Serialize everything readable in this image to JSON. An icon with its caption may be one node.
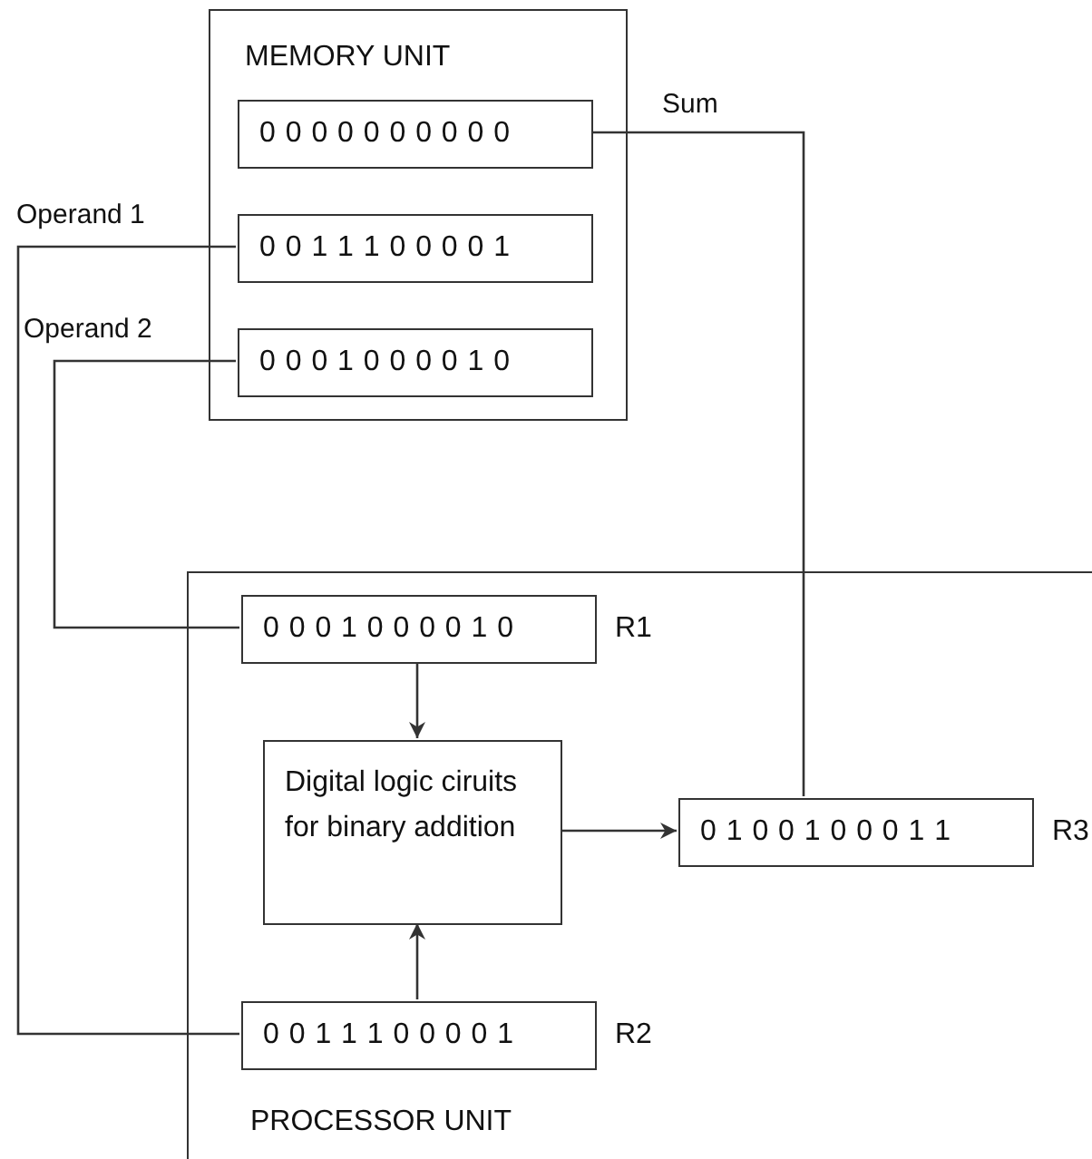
{
  "diagram": {
    "nodes": [
      {
        "text": [
          "MEMORY UNIT"
        ]
      },
      {
        "text": [
          "0 0 0 0 0 0 0 0 0 0"
        ],
        "in": 0
      },
      {
        "text": [
          "0 0 1 1 1 0 0 0 0 1"
        ],
        "in": 0
      },
      {
        "text": [
          "0 0 0 1 0 0 0 0 1 0"
        ],
        "in": 0
      },
      {
        "text": [
          "PROCESSOR UNIT"
        ]
      },
      {
        "text": [
          "0 0 0 1 0 0 0 0 1 0"
        ],
        "beside": [
          "R1"
        ],
        "in": 4
      },
      {
        "text": [
          "Digital logic ciruits for binary addition"
        ],
        "in": 4
      },
      {
        "text": [
          "0 1 0 0 1 0 0 0 1 1"
        ],
        "beside": [
          "R3"
        ],
        "in": 4
      },
      {
        "text": [
          "0 0 1 1 1 0 0 0 0 1"
        ],
        "beside": [
          "R2"
        ],
        "in": 4
      }
    ],
    "edges": [
      {
        "from": 1,
        "to": 7,
        "arrow": "none",
        "label": "Sum"
      },
      {
        "from": 2,
        "to": 8,
        "arrow": "none",
        "label": "Operand 1"
      },
      {
        "from": 3,
        "to": 5,
        "arrow": "none",
        "label": "Operand 2"
      },
      {
        "from": 5,
        "to": 6,
        "arrow": "to"
      },
      {
        "from": 8,
        "to": 6,
        "arrow": "to"
      },
      {
        "from": 6,
        "to": 7,
        "arrow": "to"
      }
    ]
  }
}
